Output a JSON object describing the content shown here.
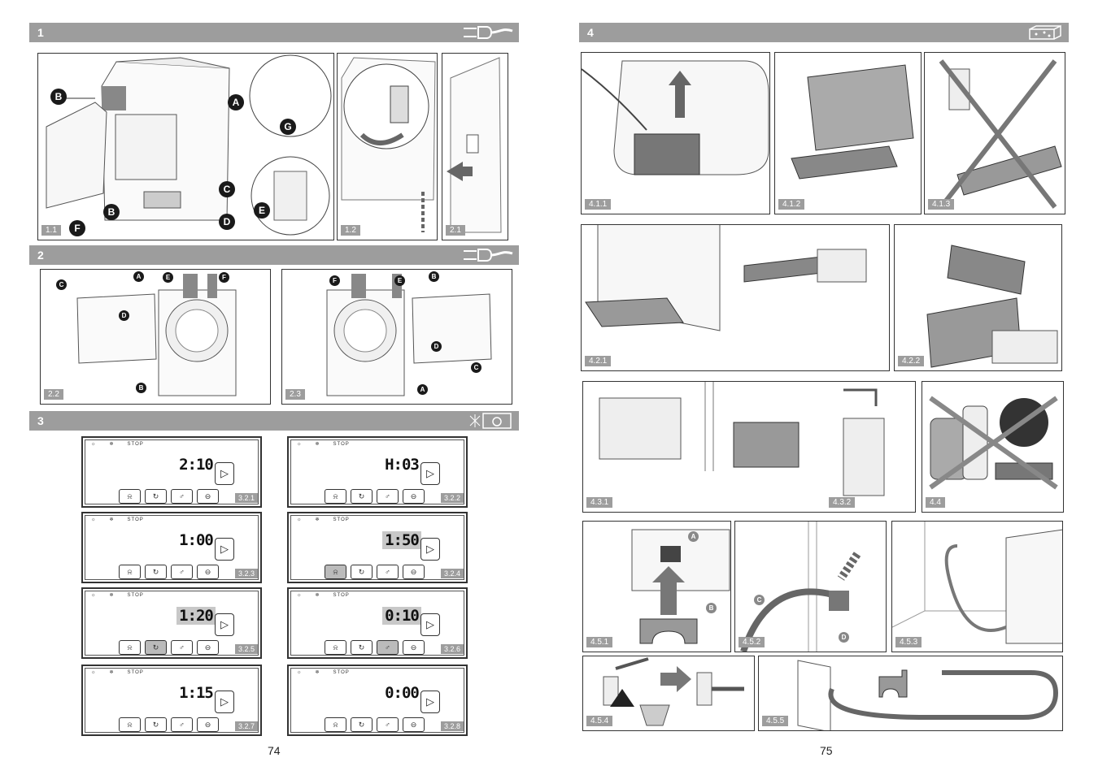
{
  "sections": {
    "s1": "1",
    "s2": "2",
    "s3": "3",
    "s4": "4"
  },
  "figures": {
    "f11": "1.1",
    "f12": "1.2",
    "f21": "2.1",
    "f22": "2.2",
    "f23": "2.3",
    "f411": "4.1.1",
    "f412": "4.1.2",
    "f413": "4.1.3",
    "f421": "4.2.1",
    "f422": "4.2.2",
    "f431": "4.3.1",
    "f432": "4.3.2",
    "f44": "4.4",
    "f451": "4.5.1",
    "f452": "4.5.2",
    "f453": "4.5.3",
    "f454": "4.5.4",
    "f455": "4.5.5"
  },
  "callouts": {
    "A": "A",
    "B": "B",
    "C": "C",
    "D": "D",
    "E": "E",
    "F": "F",
    "G": "G"
  },
  "controls": [
    {
      "display": "2:10",
      "tag": "3.2.1",
      "press": -1
    },
    {
      "display": "H:03",
      "tag": "3.2.2",
      "press": 4
    },
    {
      "display": "1:00",
      "tag": "3.2.3",
      "press": -1
    },
    {
      "display": "1:50",
      "tag": "3.2.4",
      "press": 0
    },
    {
      "display": "1:20",
      "tag": "3.2.5",
      "press": 1
    },
    {
      "display": "0:10",
      "tag": "3.2.6",
      "press": 2
    },
    {
      "display": "1:15",
      "tag": "3.2.7",
      "press": -1
    },
    {
      "display": "0:00",
      "tag": "3.2.8",
      "press": -1
    }
  ],
  "control_labels": {
    "stop": "STOP"
  },
  "pages": {
    "left": "74",
    "right": "75"
  }
}
